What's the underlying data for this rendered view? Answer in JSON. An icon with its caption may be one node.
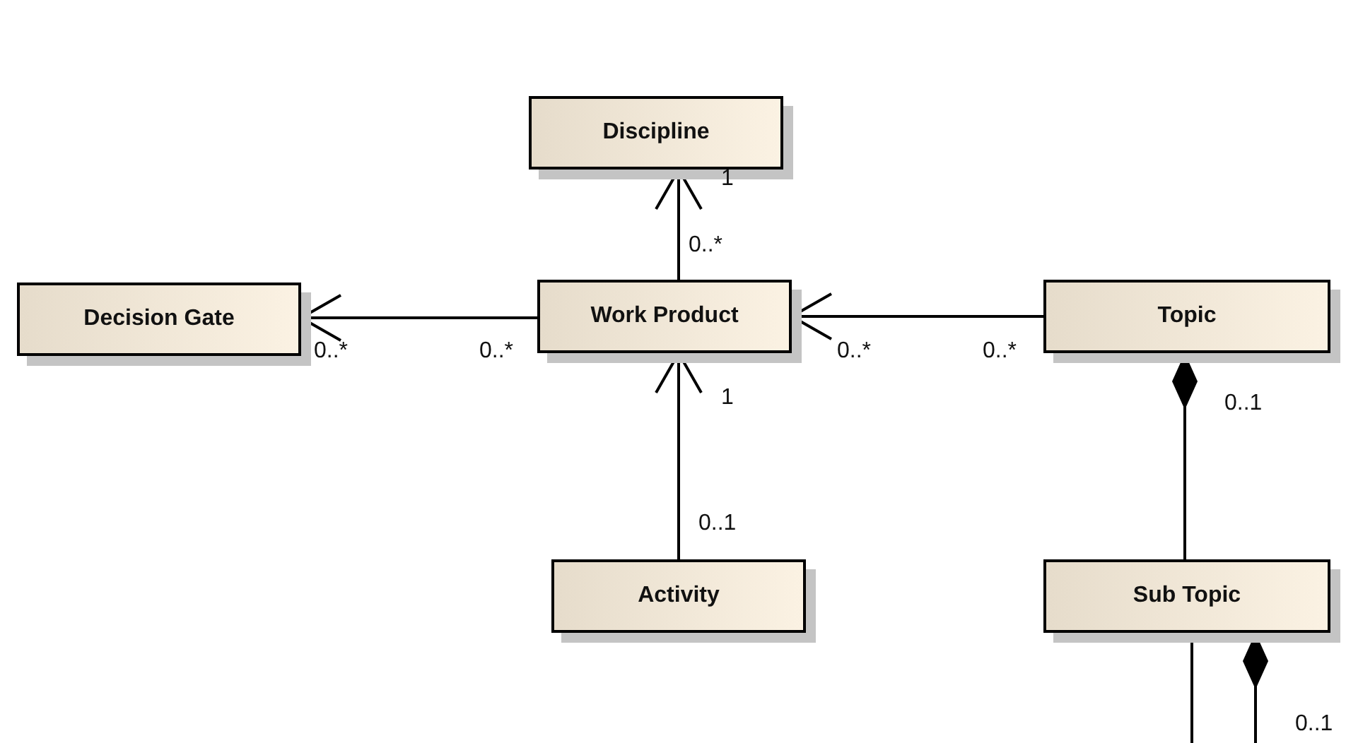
{
  "diagram": {
    "nodes": [
      {
        "text": [
          "Discipline"
        ]
      },
      {
        "text": [
          "Decision Gate"
        ]
      },
      {
        "text": [
          "Work Product"
        ]
      },
      {
        "text": [
          "Topic"
        ]
      },
      {
        "text": [
          "Activity"
        ]
      },
      {
        "text": [
          "Sub Topic"
        ]
      }
    ],
    "edges": [
      {
        "from": 2,
        "to": 0,
        "arrow": "to"
      },
      {
        "from": 2,
        "to": 1,
        "arrow": "to"
      },
      {
        "from": 3,
        "to": 2,
        "arrow": "to"
      },
      {
        "from": 4,
        "to": 2,
        "arrow": "to"
      },
      {
        "from": 3,
        "to": 5,
        "arrow": "other"
      },
      {
        "from": 5,
        "to": 5,
        "arrow": "other"
      }
    ],
    "labels": [
      "1",
      "0..*",
      "0..*",
      "0..*",
      "0..*",
      "0..*",
      "1",
      "0..1",
      "0..1",
      "0..1"
    ]
  }
}
